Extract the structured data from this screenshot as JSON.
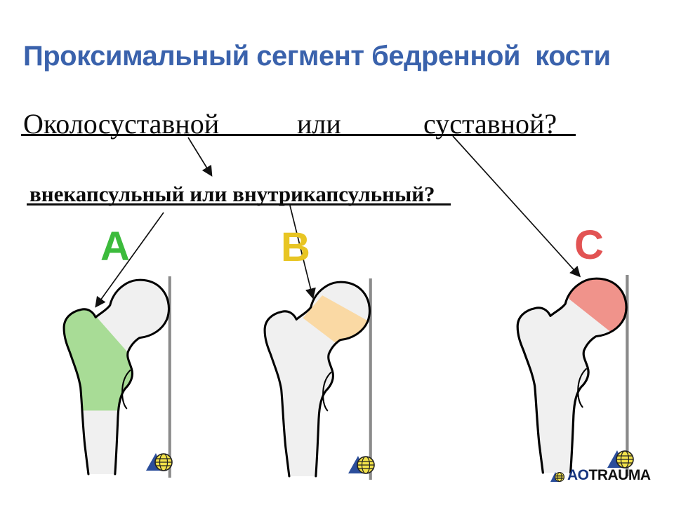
{
  "slide": {
    "title": "Проксимальный сегмент бедренной  кости",
    "question_primary": {
      "word1": "Околосуставной",
      "word2": "или",
      "word3": "суставной?"
    },
    "question_secondary": "внекапсульный или внутрикапсульный?",
    "bones": [
      {
        "label": "A",
        "label_color": "#3CBB3C",
        "region": "trochanteric extracapsular region",
        "region_color": "#A8DC96"
      },
      {
        "label": "B",
        "label_color": "#E8C523",
        "region": "femoral neck region",
        "region_color": "#FAD9A4"
      },
      {
        "label": "C",
        "label_color": "#E25353",
        "region": "femoral head intracapsular region",
        "region_color": "#F0938B"
      }
    ],
    "footer": {
      "ao": "AO",
      "trauma": "TRAUMA"
    },
    "colors": {
      "title_blue": "#3A62AC",
      "text_black": "#0B0B0B",
      "bone_fill": "#F0F0F0",
      "bone_outline": "#000000",
      "ruler_gray": "#8A8A8A",
      "ao_triangle_blue": "#2B4E9B",
      "ao_globe_yellow": "#F2E24A",
      "footer_ao_blue": "#16357F"
    }
  }
}
